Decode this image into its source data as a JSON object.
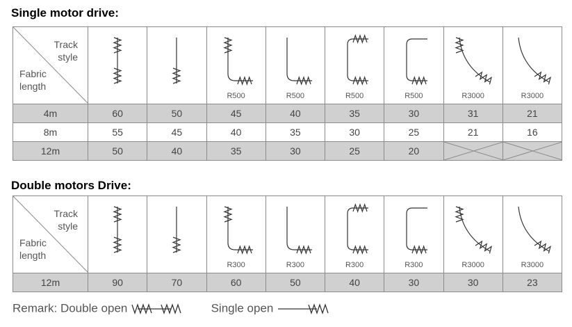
{
  "sections": [
    {
      "title": "Single motor drive:",
      "corner": {
        "top_line1": "Track",
        "top_line2": "style",
        "bottom_line1": "Fabric",
        "bottom_line2": "length"
      },
      "tracks": [
        {
          "icon": "straight-double-open-icon",
          "radius": ""
        },
        {
          "icon": "straight-single-open-icon",
          "radius": ""
        },
        {
          "icon": "l-shape-double-open-icon",
          "radius": "R500"
        },
        {
          "icon": "l-shape-single-open-icon",
          "radius": "R500"
        },
        {
          "icon": "u-shape-double-open-icon",
          "radius": "R500"
        },
        {
          "icon": "u-shape-single-open-icon",
          "radius": "R500"
        },
        {
          "icon": "curve-double-open-icon",
          "radius": "R3000"
        },
        {
          "icon": "curve-single-open-icon",
          "radius": "R3000"
        }
      ],
      "rows": [
        {
          "length": "4m",
          "values": [
            "60",
            "50",
            "45",
            "40",
            "35",
            "30",
            "31",
            "21"
          ]
        },
        {
          "length": "8m",
          "values": [
            "55",
            "45",
            "40",
            "35",
            "30",
            "25",
            "21",
            "16"
          ]
        },
        {
          "length": "12m",
          "values": [
            "50",
            "40",
            "35",
            "30",
            "25",
            "20",
            null,
            null
          ]
        }
      ]
    },
    {
      "title": "Double motors Drive:",
      "corner": {
        "top_line1": "Track",
        "top_line2": "style",
        "bottom_line1": "Fabric",
        "bottom_line2": "length"
      },
      "tracks": [
        {
          "icon": "straight-double-open-icon",
          "radius": ""
        },
        {
          "icon": "straight-single-open-icon",
          "radius": ""
        },
        {
          "icon": "l-shape-double-open-icon",
          "radius": "R300"
        },
        {
          "icon": "l-shape-single-open-icon",
          "radius": "R300"
        },
        {
          "icon": "u-shape-double-open-icon",
          "radius": "R300"
        },
        {
          "icon": "u-shape-single-open-icon",
          "radius": "R300"
        },
        {
          "icon": "curve-double-open-icon",
          "radius": "R3000"
        },
        {
          "icon": "curve-single-open-icon",
          "radius": "R3000"
        }
      ],
      "rows": [
        {
          "length": "12m",
          "values": [
            "90",
            "70",
            "60",
            "50",
            "40",
            "30",
            "30",
            "23"
          ]
        }
      ]
    }
  ],
  "remark": {
    "label": "Remark: Double open",
    "single_label": "Single open"
  }
}
